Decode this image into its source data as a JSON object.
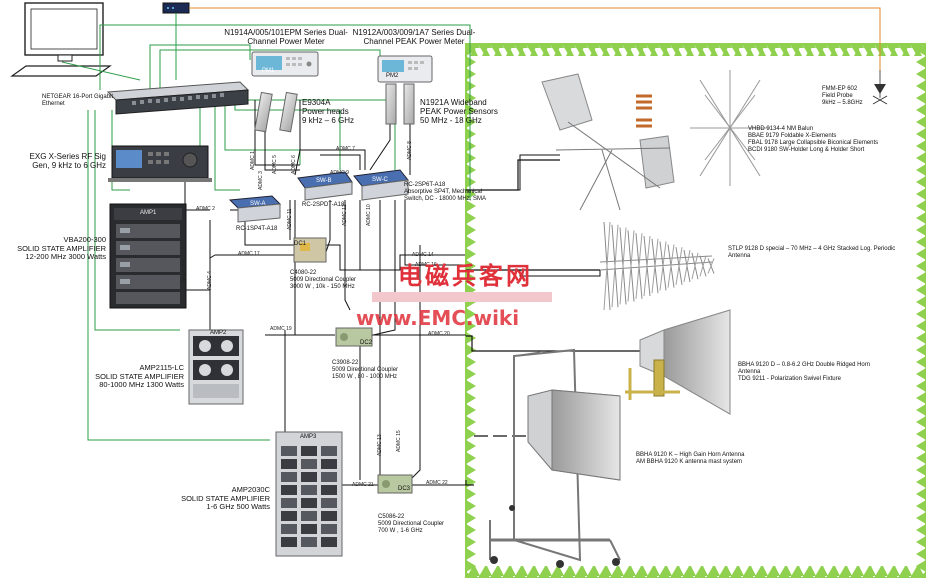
{
  "labels": {
    "switch": "NETGEAR 16-Port Gigabit\nEthernet",
    "sig_gen": "EXG X-Series RF Sig\nGen, 9 kHz to 6 GHz",
    "pm1": "N1914A/005/101EPM Series Dual-\nChannel Power Meter",
    "pm2": "N1912A/003/009/1A7 Series Dual-\nChannel PEAK Power Meter",
    "heads": "E9304A\nPower heads\n9 kHz – 6 GHz",
    "peak": "N1921A Wideband\nPEAK Power Sensors\n50 MHz - 18 GHz",
    "amp1": "VBA200-300\nSOLID STATE AMPLIFIER\n12-200 MHz 3000 Watts",
    "amp2": "AMP2115-LC\nSOLID STATE AMPLIFIER\n80-1000 MHz 1300 Watts",
    "amp3": "AMP2030C\nSOLID STATE AMPLIFIER\n1-6 GHz 500 Watts",
    "sw_a": "RC-1SP4T-A18",
    "sw_b": "RC-2SPDT-A18",
    "sw_c": "RC-2SP6T-A18\nAbsorptive SP4T, Mechanical\nSwitch, DC - 18000 MHz, SMA",
    "c1": "C4080-22\n5009 Directional Coupler\n3000 W , 10k - 150 MHz",
    "c2": "C3908-22\n5009 Directional Coupler\n1500 W , 80 - 1000 MHz",
    "c3": "C5086-22\n5009 Directional Coupler\n700 W , 1-6 GHz",
    "probe": "FMM-EP 602\nField Probe\n9kHz – 5.8GHz",
    "biconical": "VHBD 9134-4 NM Balun\nBBAE 9179 Foldable X-Elements\nFBAL 9178 Large Collapsible Biconical Elements\nBCDI 9180 SW-Holder Long & Holder Short",
    "lpda": "STLP 9128 D special – 70 MHz – 4 GHz Stacked Log. Periodic\nAntenna",
    "horn1": "BBHA 9120 D – 0.8-6.2 GHz Double Ridged Horn\nAntenna\nTDG 9211 - Polarization Swivel Fixture",
    "horn2": "BBHA 9120 K – High Gain Horn Antenna\nAM BBHA 9120 K antenna mast system",
    "amp1_tag": "AMP1",
    "amp2_tag": "AMP2",
    "amp3_tag": "AMP3",
    "swa_tag": "SW-A",
    "swb_tag": "SW-B",
    "swc_tag": "SW-C",
    "dc1_tag": "DC1",
    "dc2_tag": "DC2",
    "dc3_tag": "DC3",
    "pm1_tag": "PM1",
    "pm2_tag": "PM2",
    "wm1": "电磁兵客网",
    "wm2": "www.EMC.wiki"
  },
  "cables": {
    "c1": "ADMC 1",
    "c2": "ADMC 2",
    "c3": "ADMC 3",
    "c4": "ADMC 4",
    "c5": "ADMC 5",
    "c6": "ADMC 6",
    "c7": "ADMC 7",
    "c8": "ADMC 8",
    "c9": "ADMC 9",
    "c10": "ADMC 10",
    "c11": "ADMC 11",
    "c12": "ADMC 12",
    "c13": "ADMC 13",
    "c14": "ADMC 14",
    "c15": "ADMC 15",
    "c16": "ADMC 16",
    "c17": "ADMC 17",
    "c18": "ADMC 18",
    "c19": "ADMC 19",
    "c20": "ADMC 20",
    "c21": "ADMC 21",
    "c22": "ADMC 22"
  },
  "colors": {
    "ethernet": "#2e9e4a",
    "rf": "#111111",
    "probe_link": "#e08a2a",
    "chamber_border": "#8fd14f",
    "watermark_red": "#e0303a",
    "watermark_bar": "#f2c8cc"
  }
}
